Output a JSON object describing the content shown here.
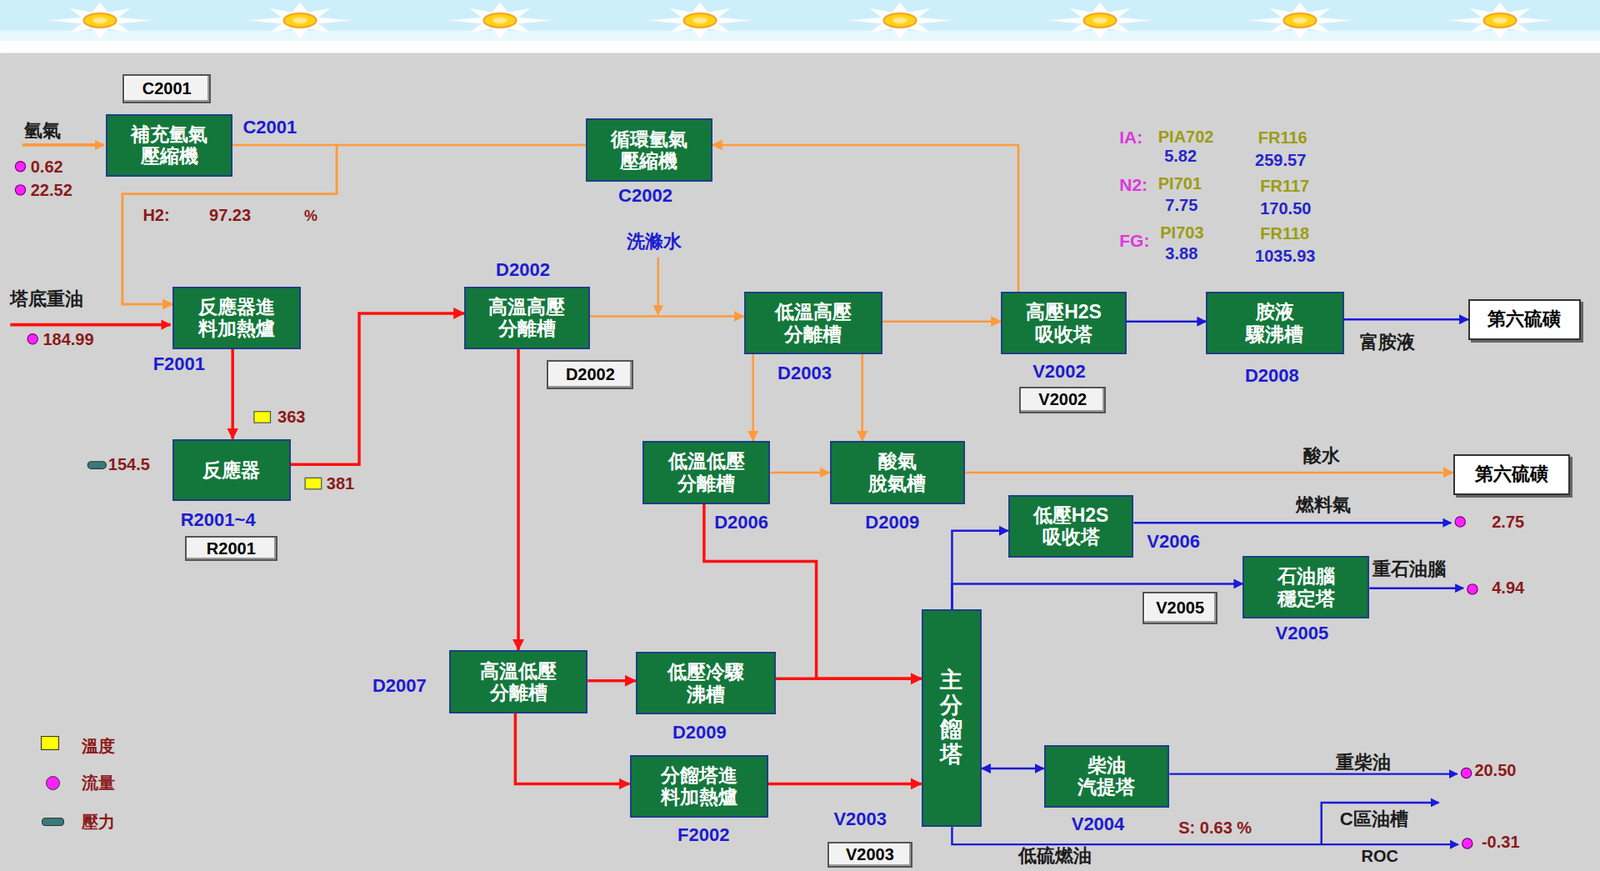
{
  "diagram": {
    "nodes": [
      {
        "text": [
          "補充氫氣 壓縮機"
        ]
      },
      {
        "text": [
          "C2001"
        ]
      },
      {
        "text": [
          "循環氫氣 壓縮機"
        ]
      },
      {
        "text": [
          "反應器進 料加熱爐"
        ]
      },
      {
        "text": [
          "反應器"
        ]
      },
      {
        "text": [
          "R2001"
        ]
      },
      {
        "text": [
          "高溫高壓 分離槽"
        ]
      },
      {
        "text": [
          "D2002"
        ]
      },
      {
        "text": [
          "低溫高壓 分離槽"
        ]
      },
      {
        "text": [
          "高壓H2S 吸收塔"
        ]
      },
      {
        "text": [
          "V2002"
        ]
      },
      {
        "text": [
          "胺液 驟沸槽"
        ]
      },
      {
        "text": [
          "第六硫磺"
        ]
      },
      {
        "text": [
          "低溫低壓 分離槽"
        ]
      },
      {
        "text": [
          "酸氣 脫氣槽"
        ]
      },
      {
        "text": [
          "第六硫磺"
        ]
      },
      {
        "text": [
          "低壓H2S 吸收塔"
        ]
      },
      {
        "text": [
          "V2005"
        ]
      },
      {
        "text": [
          "石油腦 穩定塔"
        ]
      },
      {
        "text": [
          "主分餾塔"
        ]
      },
      {
        "text": [
          "高溫低壓 分離槽"
        ]
      },
      {
        "text": [
          "低壓冷驟 沸槽"
        ]
      },
      {
        "text": [
          "分餾塔進 料加熱爐"
        ]
      },
      {
        "text": [
          "柴油 汽提塔"
        ]
      },
      {
        "text": [
          "V2003"
        ]
      }
    ],
    "edges": [
      {
        "from": 0,
        "to": 3,
        "arrow": "to"
      },
      {
        "from": 2,
        "to": 3,
        "arrow": "to"
      },
      {
        "from": 3,
        "to": 4,
        "arrow": "to"
      },
      {
        "from": 4,
        "to": 6,
        "arrow": "to"
      },
      {
        "from": 6,
        "to": 8,
        "arrow": "to"
      },
      {
        "from": 6,
        "to": 20,
        "arrow": "to"
      },
      {
        "from": 8,
        "to": 9,
        "arrow": "to"
      },
      {
        "from": 9,
        "to": 2,
        "arrow": "to"
      },
      {
        "from": 9,
        "to": 11,
        "arrow": "to"
      },
      {
        "from": 11,
        "to": 12,
        "arrow": "to"
      },
      {
        "from": 8,
        "to": 13,
        "arrow": "to"
      },
      {
        "from": 8,
        "to": 14,
        "arrow": "to"
      },
      {
        "from": 13,
        "to": 14,
        "arrow": "to"
      },
      {
        "from": 14,
        "to": 15,
        "label": "酸水",
        "arrow": "to"
      },
      {
        "from": 13,
        "to": 19,
        "arrow": "to"
      },
      {
        "from": 20,
        "to": 21,
        "arrow": "to"
      },
      {
        "from": 21,
        "to": 19,
        "arrow": "to"
      },
      {
        "from": 20,
        "to": 22,
        "arrow": "to"
      },
      {
        "from": 22,
        "to": 19,
        "arrow": "to"
      },
      {
        "from": 19,
        "to": 16,
        "arrow": "to"
      },
      {
        "from": 19,
        "to": 18,
        "arrow": "to"
      },
      {
        "from": 19,
        "to": 23,
        "arrow": "both"
      }
    ],
    "labels": [
      "氫氣",
      "0.62",
      "22.52",
      "C2001",
      "H2:",
      "97.23",
      "%",
      "C2002",
      "洗滌水",
      "D2002",
      "IA:",
      "PIA702",
      "5.82",
      "FR116",
      "259.57",
      "N2:",
      "PI701",
      "7.75",
      "FR117",
      "170.50",
      "FG:",
      "PI703",
      "3.88",
      "FR118",
      "1035.93",
      "塔底重油",
      "184.99",
      "F2001",
      "D2003",
      "V2002",
      "D2008",
      "富胺液",
      "363",
      "154.5",
      "381",
      "R2001~4",
      "D2006",
      "D2009",
      "燃料氣",
      "2.75",
      "V2006",
      "重石油腦",
      "4.94",
      "V2005",
      "D2007",
      "D2009",
      "V2003",
      "F2002",
      "V2004",
      "S: 0.63 %",
      "重柴油",
      "20.50",
      "C區油槽",
      "低硫燃油",
      "ROC",
      "-0.31"
    ],
    "legend": [
      {
        "text": "溫度",
        "color": "#ffff00"
      },
      {
        "text": "流量",
        "color": "#ff22ff"
      },
      {
        "text": "壓力",
        "color": "#3a7a7a"
      }
    ]
  }
}
